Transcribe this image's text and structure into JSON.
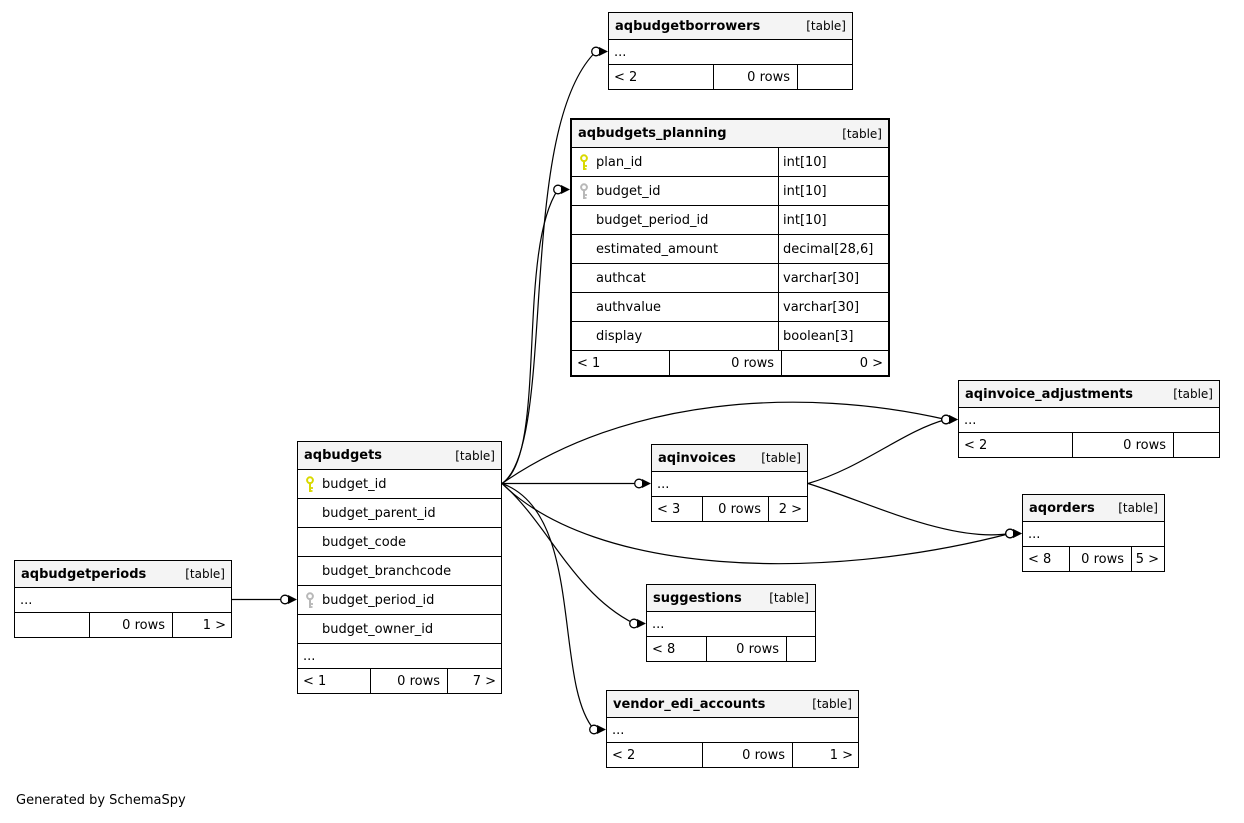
{
  "diagram": {
    "generator_note": "Generated by SchemaSpy"
  },
  "colors": {
    "primary_key": "#d9d900",
    "index_key": "#b8b8b8",
    "header_bg": "#f4f4f4",
    "line": "#000000"
  },
  "tables": [
    {
      "id": "aqbudgetborrowers",
      "name": "aqbudgetborrowers",
      "tag": "[table]",
      "rows": [
        {
          "ellipsis": true,
          "label": "..."
        }
      ],
      "footer": {
        "left": "< 2",
        "center": "0 rows",
        "right": ""
      }
    },
    {
      "id": "aqbudgets_planning",
      "name": "aqbudgets_planning",
      "tag": "[table]",
      "rows": [
        {
          "name": "plan_id",
          "type": "int[10]",
          "key": "primary"
        },
        {
          "name": "budget_id",
          "type": "int[10]",
          "key": "index"
        },
        {
          "name": "budget_period_id",
          "type": "int[10]"
        },
        {
          "name": "estimated_amount",
          "type": "decimal[28,6]"
        },
        {
          "name": "authcat",
          "type": "varchar[30]"
        },
        {
          "name": "authvalue",
          "type": "varchar[30]"
        },
        {
          "name": "display",
          "type": "boolean[3]"
        }
      ],
      "footer": {
        "left": "< 1",
        "center": "0 rows",
        "right": "0 >"
      }
    },
    {
      "id": "aqinvoice_adjustments",
      "name": "aqinvoice_adjustments",
      "tag": "[table]",
      "rows": [
        {
          "ellipsis": true,
          "label": "..."
        }
      ],
      "footer": {
        "left": "< 2",
        "center": "0 rows",
        "right": ""
      }
    },
    {
      "id": "aqinvoices",
      "name": "aqinvoices",
      "tag": "[table]",
      "rows": [
        {
          "ellipsis": true,
          "label": "..."
        }
      ],
      "footer": {
        "left": "< 3",
        "center": "0 rows",
        "right": "2 >"
      }
    },
    {
      "id": "aqorders",
      "name": "aqorders",
      "tag": "[table]",
      "rows": [
        {
          "ellipsis": true,
          "label": "..."
        }
      ],
      "footer": {
        "left": "< 8",
        "center": "0 rows",
        "right": "5 >"
      }
    },
    {
      "id": "aqbudgets",
      "name": "aqbudgets",
      "tag": "[table]",
      "rows": [
        {
          "name": "budget_id",
          "key": "primary"
        },
        {
          "name": "budget_parent_id"
        },
        {
          "name": "budget_code"
        },
        {
          "name": "budget_branchcode"
        },
        {
          "name": "budget_period_id",
          "key": "index"
        },
        {
          "name": "budget_owner_id"
        },
        {
          "ellipsis": true,
          "label": "..."
        }
      ],
      "footer": {
        "left": "< 1",
        "center": "0 rows",
        "right": "7 >"
      }
    },
    {
      "id": "aqbudgetperiods",
      "name": "aqbudgetperiods",
      "tag": "[table]",
      "rows": [
        {
          "ellipsis": true,
          "label": "..."
        }
      ],
      "footer": {
        "left": "",
        "center": "0 rows",
        "right": "1 >"
      }
    },
    {
      "id": "suggestions",
      "name": "suggestions",
      "tag": "[table]",
      "rows": [
        {
          "ellipsis": true,
          "label": "..."
        }
      ],
      "footer": {
        "left": "< 8",
        "center": "0 rows",
        "right": ""
      }
    },
    {
      "id": "vendor_edi_accounts",
      "name": "vendor_edi_accounts",
      "tag": "[table]",
      "rows": [
        {
          "ellipsis": true,
          "label": "..."
        }
      ],
      "footer": {
        "left": "< 2",
        "center": "0 rows",
        "right": "1 >"
      }
    }
  ],
  "edges": [
    {
      "from": "aqbudgets",
      "from_row": "budget_id",
      "to": "aqbudgetborrowers",
      "to_row": "ellipsis"
    },
    {
      "from": "aqbudgets",
      "from_row": "budget_id",
      "to": "aqbudgets_planning",
      "to_row": "budget_id"
    },
    {
      "from": "aqbudgets",
      "from_row": "budget_id",
      "to": "aqinvoice_adjustments",
      "to_row": "ellipsis"
    },
    {
      "from": "aqbudgets",
      "from_row": "budget_id",
      "to": "aqinvoices",
      "to_row": "ellipsis"
    },
    {
      "from": "aqbudgets",
      "from_row": "budget_id",
      "to": "aqorders",
      "to_row": "ellipsis"
    },
    {
      "from": "aqbudgets",
      "from_row": "budget_id",
      "to": "suggestions",
      "to_row": "ellipsis"
    },
    {
      "from": "aqbudgets",
      "from_row": "budget_id",
      "to": "vendor_edi_accounts",
      "to_row": "ellipsis"
    },
    {
      "from": "aqbudgetperiods",
      "from_row": "ellipsis",
      "to": "aqbudgets",
      "to_row": "budget_period_id"
    },
    {
      "from": "aqinvoices",
      "from_row": "ellipsis",
      "to": "aqinvoice_adjustments",
      "to_row": "ellipsis"
    },
    {
      "from": "aqinvoices",
      "from_row": "ellipsis",
      "to": "aqorders",
      "to_row": "ellipsis"
    }
  ]
}
